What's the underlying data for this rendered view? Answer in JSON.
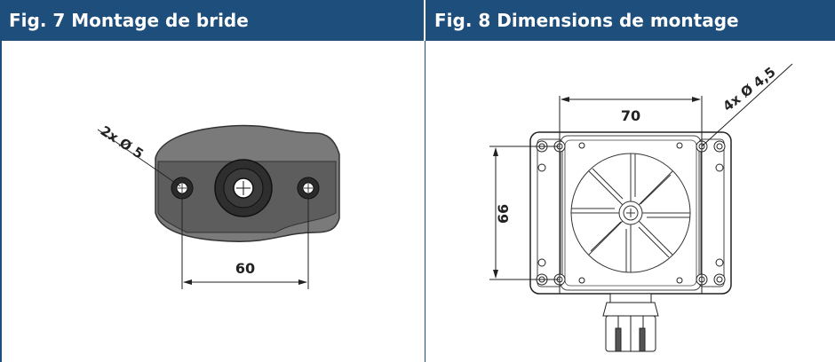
{
  "left_panel": {
    "title": "Fig. 7 Montage de bride",
    "hole_label": "2x Ø 5",
    "spacing_label": "60"
  },
  "right_panel": {
    "title": "Fig. 8 Dimensions de montage",
    "hole_label": "4x Ø 4,5",
    "width_label": "70",
    "height_label": "66"
  },
  "colors": {
    "header_bg": "#1d4e7c",
    "header_text": "#ffffff",
    "flange_body": "#6e6e6e",
    "flange_dark": "#3a3a3a"
  }
}
